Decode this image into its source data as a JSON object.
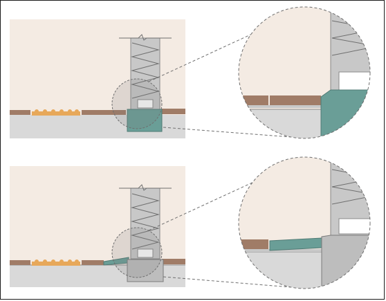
{
  "figure": {
    "panels": [
      {
        "id": "top",
        "variant": "original-threshold",
        "detail_fill": "teal-block-below-floor"
      },
      {
        "id": "bottom",
        "variant": "modified-threshold",
        "detail_fill": "teal-ramp-on-floor"
      }
    ]
  },
  "colors": {
    "wall_background": "#f4ebe3",
    "ground": "#d9d9d9",
    "wall_block": "#c8c8c8",
    "wall_outline": "#8a8a8a",
    "floor_strip": "#a07c67",
    "tactile_strip": "#e7a85a",
    "threshold_teal": "#6a9e97",
    "dashed_line": "#6e6e6e",
    "frame": "#1a1a1a"
  },
  "icons": {
    "break_mark": "wall-break-icon",
    "zigzag": "insulation-zigzag-icon"
  }
}
